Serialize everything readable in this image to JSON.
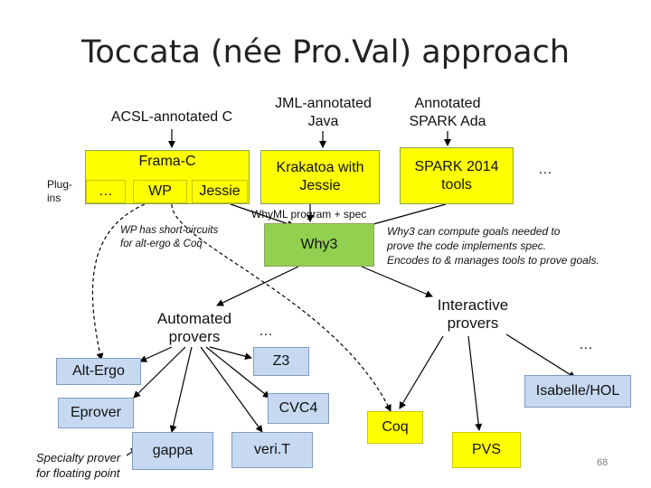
{
  "title": "Toccata (née Pro.Val) approach",
  "inputs": {
    "acsl": "ACSL-annotated C",
    "jml_line1": "JML-annotated",
    "jml_line2": "Java",
    "spark_line1": "Annotated",
    "spark_line2": "SPARK Ada"
  },
  "frontends": {
    "framac": "Frama-C",
    "plugins_line1": "Plug-",
    "plugins_line2": "ins",
    "plugin_more": "…",
    "wp": "WP",
    "jessie": "Jessie",
    "krakatoa_line1": "Krakatoa with",
    "krakatoa_line2": "Jessie",
    "spark_tools_line1": "SPARK 2014",
    "spark_tools_line2": "tools",
    "more": "…"
  },
  "middle": {
    "whyml_label": "WhyML program + spec",
    "wp_note_line1": "WP has short-circuits",
    "wp_note_line2": "for alt-ergo & Coq",
    "why3": "Why3",
    "why3_note_line1": "Why3 can compute goals needed to",
    "why3_note_line2": "prove the code implements spec.",
    "why3_note_line3": "Encodes to & manages tools to prove goals."
  },
  "provers": {
    "automated_line1": "Automated",
    "automated_line2": "provers",
    "automated_more": "…",
    "interactive_line1": "Interactive",
    "interactive_line2": "provers",
    "interactive_more": "…",
    "z3": "Z3",
    "alt_ergo": "Alt-Ergo",
    "isabelle": "Isabelle/HOL",
    "cvc4": "CVC4",
    "eprover": "Eprover",
    "coq": "Coq",
    "gappa": "gappa",
    "verit": "veri.T",
    "pvs": "PVS",
    "specialty_line1": "Specialty prover",
    "specialty_line2": "for floating point"
  },
  "page_number": "68",
  "colors": {
    "frontend": "#ffff00",
    "why3": "#92d050",
    "prover": "#c6d9f1"
  }
}
